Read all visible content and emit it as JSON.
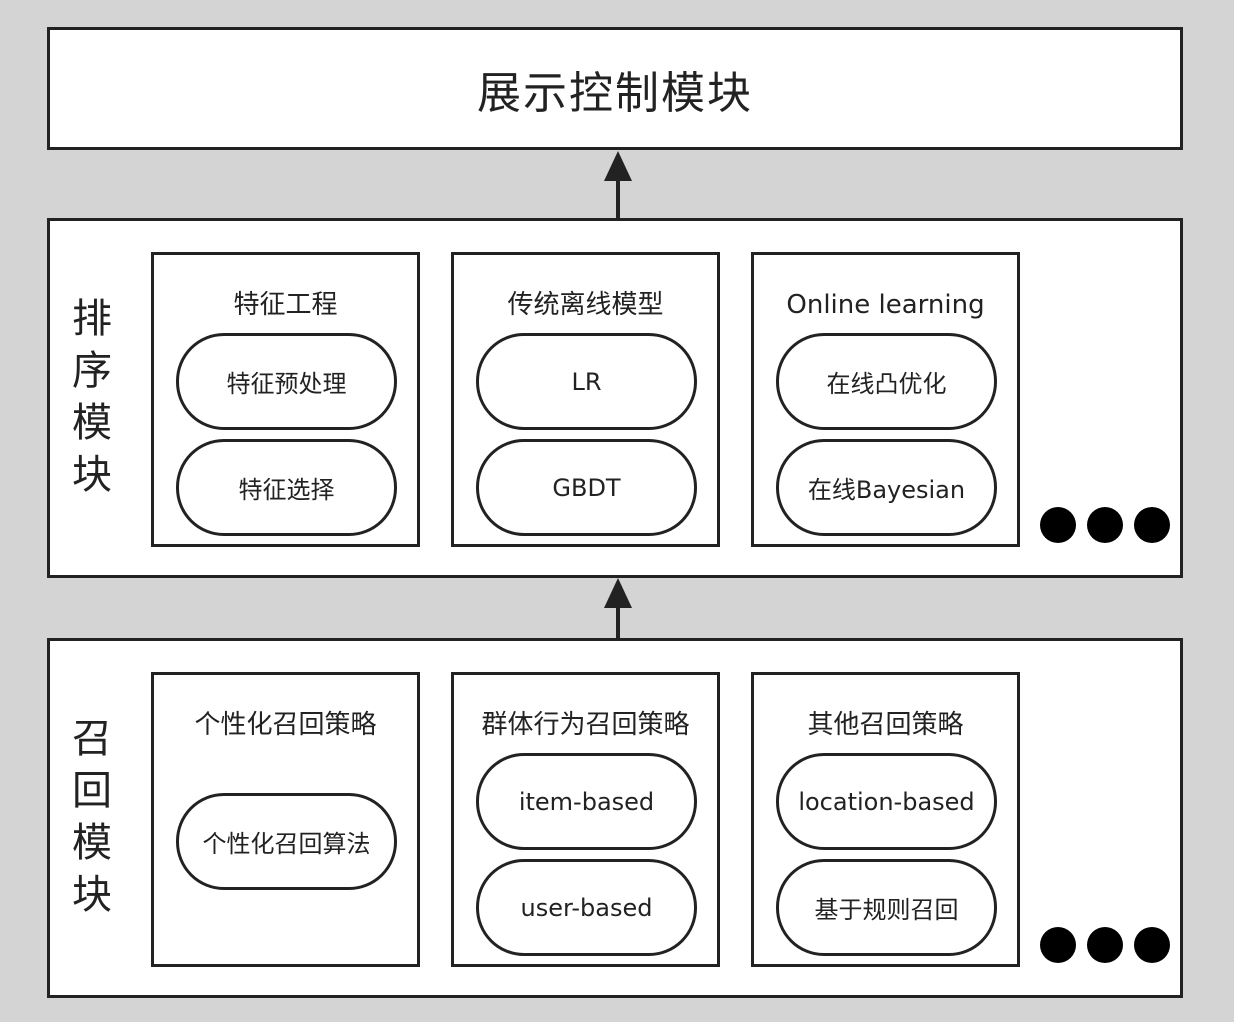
{
  "display_module": {
    "title": "展示控制模块"
  },
  "ranking_module": {
    "label": [
      "排",
      "序",
      "模",
      "块"
    ],
    "groups": [
      {
        "title": "特征工程",
        "items": [
          "特征预处理",
          "特征选择"
        ]
      },
      {
        "title": "传统离线模型",
        "items": [
          "LR",
          "GBDT"
        ]
      },
      {
        "title": "Online learning",
        "items": [
          "在线凸优化",
          "在线Bayesian"
        ]
      }
    ]
  },
  "recall_module": {
    "label": [
      "召",
      "回",
      "模",
      "块"
    ],
    "groups": [
      {
        "title": "个性化召回策略",
        "items": [
          "个性化召回算法"
        ]
      },
      {
        "title": "群体行为召回策略",
        "items": [
          "item-based",
          "user-based"
        ]
      },
      {
        "title": "其他召回策略",
        "items": [
          "location-based",
          "基于规则召回"
        ]
      }
    ]
  }
}
